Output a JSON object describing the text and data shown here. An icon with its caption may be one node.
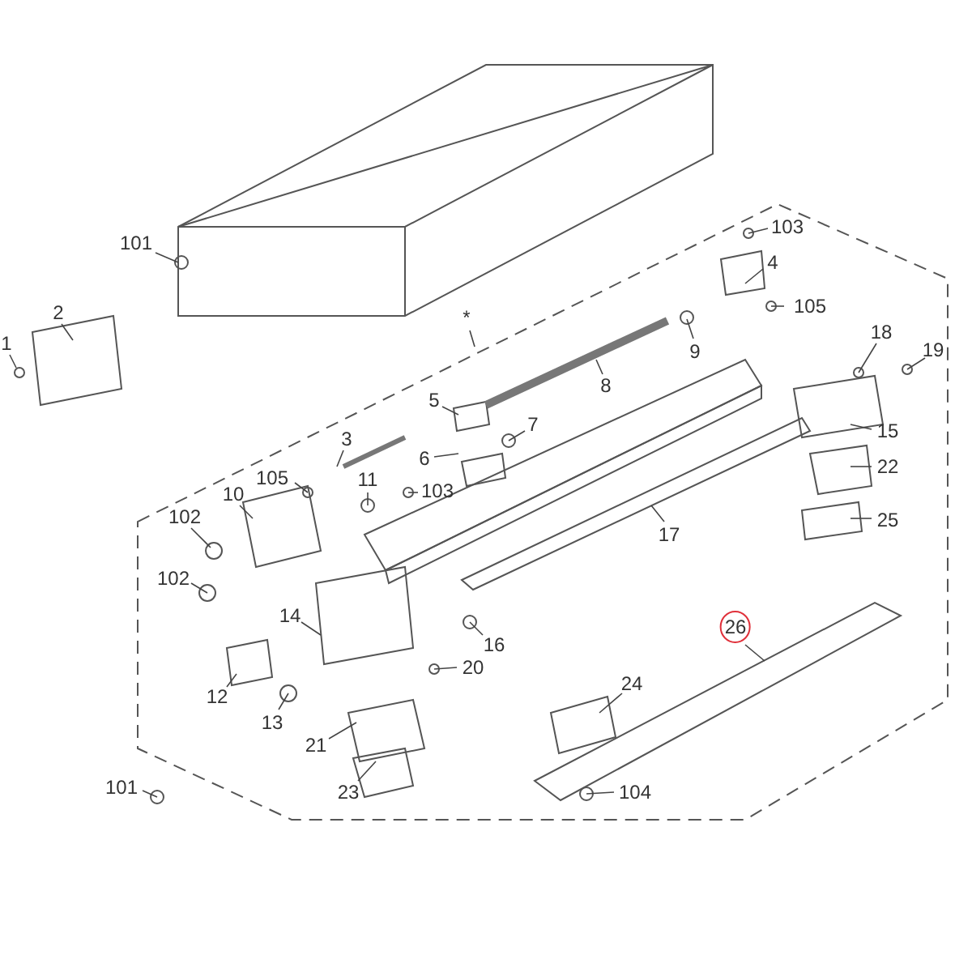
{
  "diagram": {
    "nodes": [
      {
        "text": [
          "101"
        ]
      },
      {
        "text": [
          "2"
        ]
      },
      {
        "text": [
          "1"
        ]
      },
      {
        "text": [
          "103"
        ]
      },
      {
        "text": [
          "4"
        ]
      },
      {
        "text": [
          "105"
        ]
      },
      {
        "text": [
          "*"
        ]
      },
      {
        "text": [
          "9"
        ]
      },
      {
        "text": [
          "18"
        ]
      },
      {
        "text": [
          "19"
        ]
      },
      {
        "text": [
          "8"
        ]
      },
      {
        "text": [
          "5"
        ]
      },
      {
        "text": [
          "7"
        ]
      },
      {
        "text": [
          "3"
        ]
      },
      {
        "text": [
          "6"
        ]
      },
      {
        "text": [
          "15"
        ]
      },
      {
        "text": [
          "105"
        ]
      },
      {
        "text": [
          "11"
        ]
      },
      {
        "text": [
          "103"
        ]
      },
      {
        "text": [
          "22"
        ]
      },
      {
        "text": [
          "10"
        ]
      },
      {
        "text": [
          "102"
        ]
      },
      {
        "text": [
          "25"
        ]
      },
      {
        "text": [
          "17"
        ]
      },
      {
        "text": [
          "102"
        ]
      },
      {
        "text": [
          "14"
        ]
      },
      {
        "text": [
          "16"
        ]
      },
      {
        "text": [
          "12"
        ]
      },
      {
        "text": [
          "20"
        ]
      },
      {
        "text": [
          "26"
        ]
      },
      {
        "text": [
          "24"
        ]
      },
      {
        "text": [
          "13"
        ]
      },
      {
        "text": [
          "21"
        ]
      },
      {
        "text": [
          "23"
        ]
      },
      {
        "text": [
          "101"
        ]
      },
      {
        "text": [
          "104"
        ]
      }
    ],
    "edges": [
      {
        "from": 0,
        "to": null,
        "arrow": "none"
      },
      {
        "from": 1,
        "to": null,
        "arrow": "none"
      },
      {
        "from": 2,
        "to": null,
        "arrow": "none"
      },
      {
        "from": 3,
        "to": null,
        "arrow": "none"
      },
      {
        "from": 4,
        "to": null,
        "arrow": "none"
      },
      {
        "from": 5,
        "to": null,
        "arrow": "none"
      },
      {
        "from": 6,
        "to": null,
        "arrow": "none"
      },
      {
        "from": 7,
        "to": null,
        "arrow": "none"
      },
      {
        "from": 8,
        "to": null,
        "arrow": "none"
      },
      {
        "from": 9,
        "to": null,
        "arrow": "none"
      },
      {
        "from": 10,
        "to": null,
        "arrow": "none"
      },
      {
        "from": 11,
        "to": null,
        "arrow": "none"
      },
      {
        "from": 12,
        "to": null,
        "arrow": "none"
      },
      {
        "from": 13,
        "to": null,
        "arrow": "none"
      },
      {
        "from": 14,
        "to": null,
        "arrow": "none"
      },
      {
        "from": 15,
        "to": null,
        "arrow": "none"
      },
      {
        "from": 16,
        "to": null,
        "arrow": "none"
      },
      {
        "from": 17,
        "to": null,
        "arrow": "none"
      },
      {
        "from": 18,
        "to": null,
        "arrow": "none"
      },
      {
        "from": 19,
        "to": null,
        "arrow": "none"
      },
      {
        "from": 20,
        "to": null,
        "arrow": "none"
      },
      {
        "from": 21,
        "to": null,
        "arrow": "none"
      },
      {
        "from": 22,
        "to": null,
        "arrow": "none"
      },
      {
        "from": 23,
        "to": null,
        "arrow": "none"
      },
      {
        "from": 24,
        "to": null,
        "arrow": "none"
      },
      {
        "from": 25,
        "to": null,
        "arrow": "none"
      },
      {
        "from": 26,
        "to": null,
        "arrow": "none"
      },
      {
        "from": 27,
        "to": null,
        "arrow": "none"
      },
      {
        "from": 28,
        "to": null,
        "arrow": "none"
      },
      {
        "from": 29,
        "to": null,
        "arrow": "none"
      },
      {
        "from": 30,
        "to": null,
        "arrow": "none"
      },
      {
        "from": 31,
        "to": null,
        "arrow": "none"
      },
      {
        "from": 32,
        "to": null,
        "arrow": "none"
      },
      {
        "from": 33,
        "to": null,
        "arrow": "none"
      },
      {
        "from": 34,
        "to": null,
        "arrow": "none"
      },
      {
        "from": 35,
        "to": null,
        "arrow": "none"
      }
    ]
  }
}
